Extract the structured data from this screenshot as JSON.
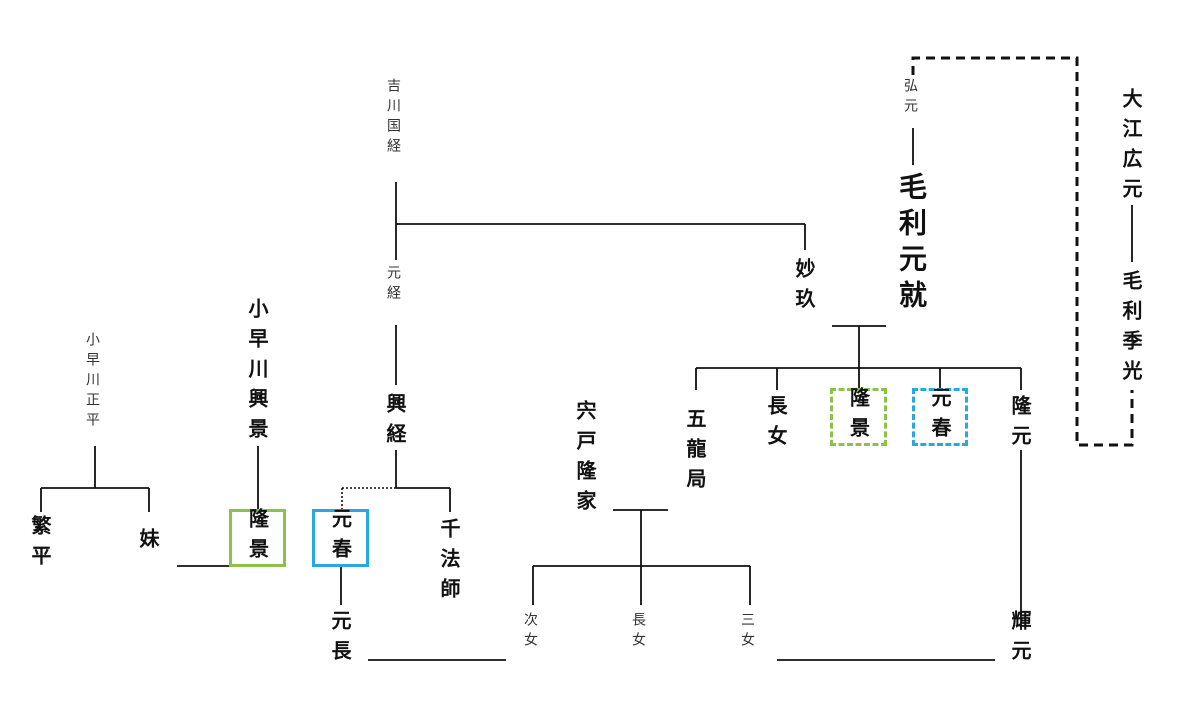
{
  "people": {
    "kikkawa_kunitsune": "吉川国経",
    "motsune": "元経",
    "okitsune": "興経",
    "myokyu": "妙玖",
    "hiromoto": "弘元",
    "mori_motonari": "毛利元就",
    "oe_hiromoto": "大江広元",
    "mori_suemitsu": "毛利季光",
    "kobayakawa_masahira": "小早川正平",
    "shigehira": "繁平",
    "imouto": "妹",
    "kobayakawa_okikage": "小早川興景",
    "takakage_box": "隆景",
    "motoharu_box": "元春",
    "senhoshi": "千法師",
    "motonaga": "元長",
    "shishido_takaie": "宍戸隆家",
    "jijo": "次女",
    "chojo_shishido": "長女",
    "sanjo": "三女",
    "goryu_tsubone": "五龍局",
    "chojo": "長女",
    "takakage_dash": "隆景",
    "motoharu_dash": "元春",
    "takamoto": "隆元",
    "terumoto": "輝元"
  },
  "colors": {
    "kobayakawa": "#8bc34a",
    "kikkawa": "#29a8e0",
    "line": "#111111"
  }
}
